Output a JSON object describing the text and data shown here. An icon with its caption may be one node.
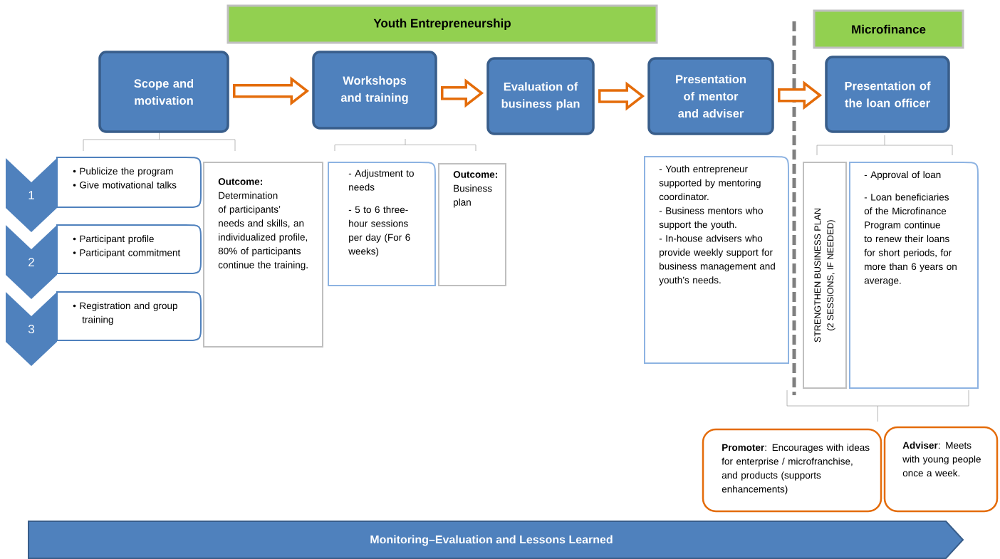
{
  "diagram": {
    "nodes": [
      {
        "text": [
          "Youth Entrepreneurship"
        ]
      },
      {
        "text": [
          "Microfinance"
        ]
      },
      {
        "text": [
          "Scope and motivation"
        ]
      },
      {
        "text": [
          "Workshops and training"
        ]
      },
      {
        "text": [
          "Evaluation of business plan"
        ]
      },
      {
        "text": [
          "Presentation of mentor and adviser"
        ]
      },
      {
        "text": [
          "Presentation of the loan officer"
        ]
      },
      {
        "text": [
          "1"
        ]
      },
      {
        "text": [
          "• Publicize the program",
          "• Give motivational talks"
        ]
      },
      {
        "text": [
          "2"
        ]
      },
      {
        "text": [
          "• Participant profile",
          "• Participant commitment"
        ]
      },
      {
        "text": [
          "3"
        ]
      },
      {
        "text": [
          "• Registration and group training"
        ]
      },
      {
        "text": [
          "Outcome:",
          "Determination of participants’ needs and skills, an individualized profile, 80% of participants continue the training."
        ]
      },
      {
        "text": [
          "- Adjustment to needs",
          "- 5 to 6 three-hour sessions per day (For 6 weeks)"
        ]
      },
      {
        "text": [
          "Outcome:",
          "Business plan"
        ]
      },
      {
        "text": [
          "- Youth entrepreneur supported by mentoring coordinator.",
          "- Business mentors who support the youth.",
          "- In-house advisers who provide weekly support for business management and youth’s needs."
        ]
      },
      {
        "text": [
          "STRENGTHEN BUSINESS PLAN",
          "(2 SESSIONS, IF NEEDED)"
        ]
      },
      {
        "text": [
          "- Approval of loan",
          "- Loan beneficiaries of the Microfinance Program continue to renew their loans for short periods, for more than 6 years on average."
        ]
      },
      {
        "text": [
          "**Promoter**: Encourages with ideas for enterprise / microfranchise, and products (supports enhancements)"
        ]
      },
      {
        "text": [
          "**Adviser**: Meets with young people once a week."
        ]
      },
      {
        "text": [
          "Monitoring–Evaluation and Lessons Learned"
        ]
      }
    ],
    "edges": [
      {
        "from": 2,
        "to": 3,
        "arrow": "to"
      },
      {
        "from": 3,
        "to": 4,
        "arrow": "to"
      },
      {
        "from": 4,
        "to": 5,
        "arrow": "to"
      },
      {
        "from": 5,
        "to": 6,
        "arrow": "to"
      }
    ]
  }
}
